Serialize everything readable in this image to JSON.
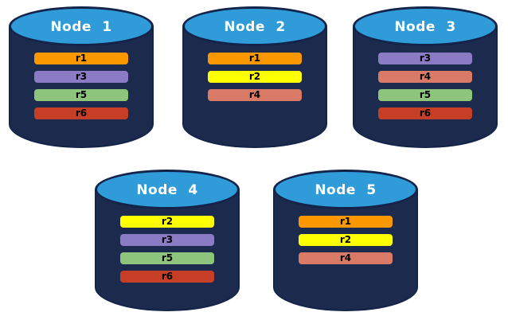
{
  "colors": {
    "background": "#ffffff",
    "cylinder_body": "#1b2a4d",
    "cylinder_outline": "#14234a",
    "cylinder_top": "#2f9cd9",
    "node_label_text": "#ffffff",
    "record_label_text": "#000000"
  },
  "record_colors": {
    "r1": "#fb9800",
    "r2": "#ffff00",
    "r3": "#8a7bc4",
    "r4": "#d87a66",
    "r5": "#8dc57d",
    "r6": "#c63e26"
  },
  "nodes": [
    {
      "label": "Node 1",
      "records": [
        "r1",
        "r3",
        "r5",
        "r6"
      ]
    },
    {
      "label": "Node 2",
      "records": [
        "r1",
        "r2",
        "r4"
      ]
    },
    {
      "label": "Node 3",
      "records": [
        "r3",
        "r4",
        "r5",
        "r6"
      ]
    },
    {
      "label": "Node 4",
      "records": [
        "r2",
        "r3",
        "r5",
        "r6"
      ]
    },
    {
      "label": "Node 5",
      "records": [
        "r1",
        "r2",
        "r4"
      ]
    }
  ]
}
